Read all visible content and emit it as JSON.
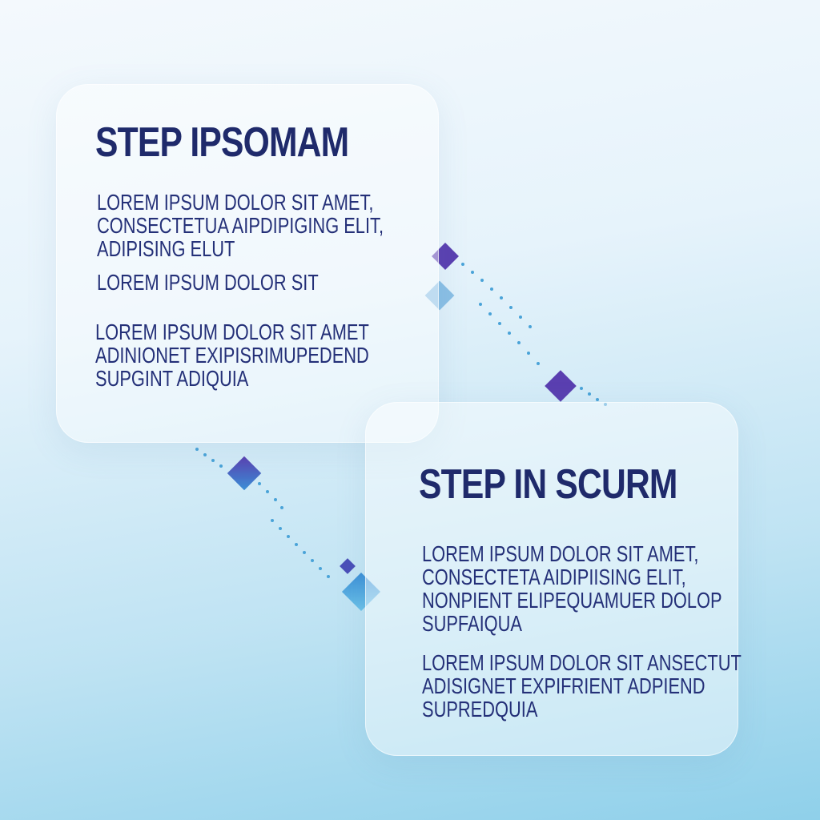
{
  "colors": {
    "title_text": "#1f2a6b",
    "body_text": "#243078",
    "diamond_purple": "#5a3fb0",
    "diamond_blue": "#3b8fd6",
    "diamond_light": "#6cc2e8",
    "dots": "#4aa3d8"
  },
  "steps": [
    {
      "title": "STEP IPSOMAM",
      "paragraphs": [
        [
          "LOREM IPSUM DOLOR SIT AMET,",
          "CONSECTETUA AIPDIPIGING ELIT,",
          "ADIPISING ELUT"
        ],
        [
          "LOREM IPSUM DOLOR SIT"
        ],
        [
          "LOREM IPSUM DOLOR SIT AMET",
          "ADINIONET EXIPISRIMUPEDEND",
          "SUPGINT ADIQUIA"
        ]
      ]
    },
    {
      "title": "STEP IN SCURM",
      "paragraphs": [
        [
          "LOREM IPSUM DOLOR SIT AMET,",
          "CONSECTETA AIDIPIISING ELIT,",
          "NONPIENT ELIPEQUAMUER DOLOP",
          "SUPFAIQUA"
        ],
        [
          "LOREM IPSUM DOLOR SIT ANSECTUT",
          "ADISIGNET EXPIFRIENT ADPIEND",
          "SUPREDQUIA"
        ]
      ]
    }
  ],
  "connector_icons": [
    "diamond-icon",
    "dotted-line"
  ]
}
